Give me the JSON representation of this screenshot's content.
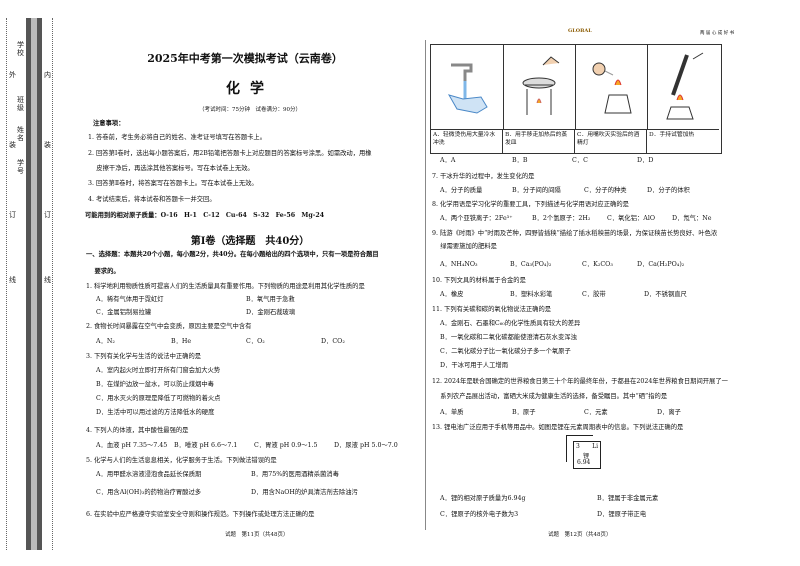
{
  "binding": {
    "labels": [
      "学",
      "校",
      "班",
      "级",
      "姓",
      "名",
      "学",
      "号"
    ],
    "outer": [
      "外",
      "装",
      "订",
      "线"
    ],
    "inner": [
      "内",
      "装",
      "订",
      "线"
    ]
  },
  "header": {
    "title": "2025年中考第一次模拟考试（云南卷）",
    "subject": "化学",
    "meta": "（考试时间：75分钟　试卷满分：90分）",
    "logo": "GLOBAL",
    "top_right": "两 届 心 成 好 书"
  },
  "notes": {
    "heading": "注意事项：",
    "items": [
      "1. 答卷前，考生务必将自己的姓名、准考证号填写在答题卡上。",
      "2. 回答第Ⅰ卷时，选出每小题答案后，用2B铅笔把答题卡上对应题目的答案标号涂黑。如需改动，用橡",
      "　 皮擦干净后，再选涂其他答案标号。写在本试卷上无效。",
      "3. 回答第Ⅱ卷时，将答案写在答题卡上。写在本试卷上无效。",
      "4. 考试结束后，将本试卷和答题卡一并交回。"
    ],
    "atomic": "可能用到的相对原子质量：O-16　H-1　C-12　Cu-64　S-32　Fe-56　Mg-24"
  },
  "section1": {
    "title": "第Ⅰ卷（选择题　共40分）",
    "intro1": "一、选择题：本题共20个小题，每小题2分，共40分。在每小题给出的四个选项中，只有一项是符合题目",
    "intro2": "　 要求的。"
  },
  "left_questions": [
    {
      "q": "1. 科学地利用物质性质可提高人们的生活质量具有重要作用。下列物质的用途是利用其化学性质的是",
      "opts": [
        [
          "A．稀有气体用于霓虹灯",
          "B．氧气用于急救"
        ],
        [
          "C．金属铝制易拉罐",
          "D．金刚石裁玻璃"
        ]
      ]
    },
    {
      "q": "2. 食物长时间暴露在空气中会变质，原因主要是空气中含有",
      "opts": [
        [
          "A．N₂",
          "B．He",
          "C．O₂",
          "D．CO₂"
        ]
      ]
    },
    {
      "q": "3. 下列有关化学与生活的说法中正确的是",
      "opts": [
        [
          "A．室内起火时立即打开所有门窗会加大火势"
        ],
        [
          "B．在煤炉边放一盆水，可以防止煤烟中毒"
        ],
        [
          "C．用水灭火的原理是降低了可燃物的着火点"
        ],
        [
          "D．生活中可以用过滤的方法降低水的硬度"
        ]
      ]
    },
    {
      "q": "4. 下列人的体液，其中酸性最强的是",
      "opts": [
        [
          "A．血液 pH 7.35～7.45",
          "B．唾液 pH 6.6～7.1",
          "C．胃液 pH 0.9～1.5",
          "D．尿液 pH 5.0～7.0"
        ]
      ]
    },
    {
      "q": "5. 化学与人们的生活息息相关，化学服务于生活。下列做法错误的是",
      "opts": [
        [
          "A．用甲醛水溶液浸泡食品延长保质期",
          "B．用75%的医用酒精杀菌消毒"
        ],
        [
          "C．用含Al(OH)₃的药物治疗胃酸过多",
          "D．用含NaOH的炉具清洁剂去除油污"
        ]
      ]
    },
    {
      "q": "6. 在实验中应严格遵守实验室安全守则和操作规范。下列操作或处理方法正确的是",
      "opts": []
    }
  ],
  "q6_captions": [
    "A．轻微烫伤用大量冷水冲洗",
    "B．用手移走加热后的蒸发皿",
    "C．用嘴吹灭实验后的酒精灯",
    "D．手持试管加热"
  ],
  "q6_opts": [
    "A．A",
    "B．B",
    "C．C",
    "D．D"
  ],
  "right_questions": [
    {
      "q": "7. 干冰升华的过程中，发生变化的是",
      "opts": [
        [
          "A．分子的质量",
          "B．分子间的间隔",
          "C．分子的种类",
          "D．分子的体积"
        ]
      ]
    },
    {
      "q": "8. 化学用语是学习化学的重要工具，下列描述与化学用语对应正确的是",
      "opts": [
        [
          "A．两个亚铁离子：2Fe³⁺",
          "B．2个氢原子：2H₂",
          "C．氧化铝：AlO",
          "D．氖气：Ne"
        ]
      ]
    },
    {
      "q": "9. 陆游《时雨》中“时雨及芒种，四野皆插秧”描绘了插水稻秧苗的场景，为保证秧苗长势良好、叶色浓",
      "q2": "　 绿需要施加的肥料是",
      "opts": [
        [
          "A．NH₄NO₃",
          "B．Ca₃(PO₄)₂",
          "C．K₂CO₃",
          "D．Ca(H₂PO₄)₂"
        ]
      ]
    },
    {
      "q": "10. 下列文具的材料属于合金的是",
      "opts": [
        [
          "A．橡皮",
          "B．塑料水彩笔",
          "C．胶带",
          "D．不锈钢直尺"
        ]
      ]
    },
    {
      "q": "11. 下列有关碳和碳的氧化物说法正确的是",
      "opts": [
        [
          "A．金刚石、石墨和C₆₀的化学性质具有较大的差异"
        ],
        [
          "B．一氧化碳和二氧化碳都能使澄清石灰水变浑浊"
        ],
        [
          "C．二氧化碳分子比一氧化碳分子多一个氧原子"
        ],
        [
          "D．干冰可用于人工增雨"
        ]
      ]
    },
    {
      "q": "12. 2024年是联合国确定的世界粮食日第三十个年的最终年份，于都县在2024年世界粮食日期间开展了一",
      "q2": "　 系列农产品展出活动，富硒大米成为健康生活的选择，备受瞩目。其中“硒”指的是",
      "opts": [
        [
          "A．单质",
          "B．原子",
          "C．元素",
          "D．离子"
        ]
      ]
    },
    {
      "q": "13. 锂电池广泛应用于手机等用品中。如图是锂在元素周期表中的信息。下列说法正确的是",
      "opts": [
        [
          "A．锂的相对原子质量为6.94g",
          "B．锂属于非金属元素"
        ],
        [
          "C．锂原子的核外电子数为3",
          "D．锂原子带正电"
        ]
      ]
    }
  ],
  "element": {
    "number": "3",
    "symbol": "Li",
    "name": "锂",
    "mass": "6.94"
  },
  "footer": {
    "left": "试题　第11页（共48页）",
    "right": "试题　第12页（共48页）"
  }
}
